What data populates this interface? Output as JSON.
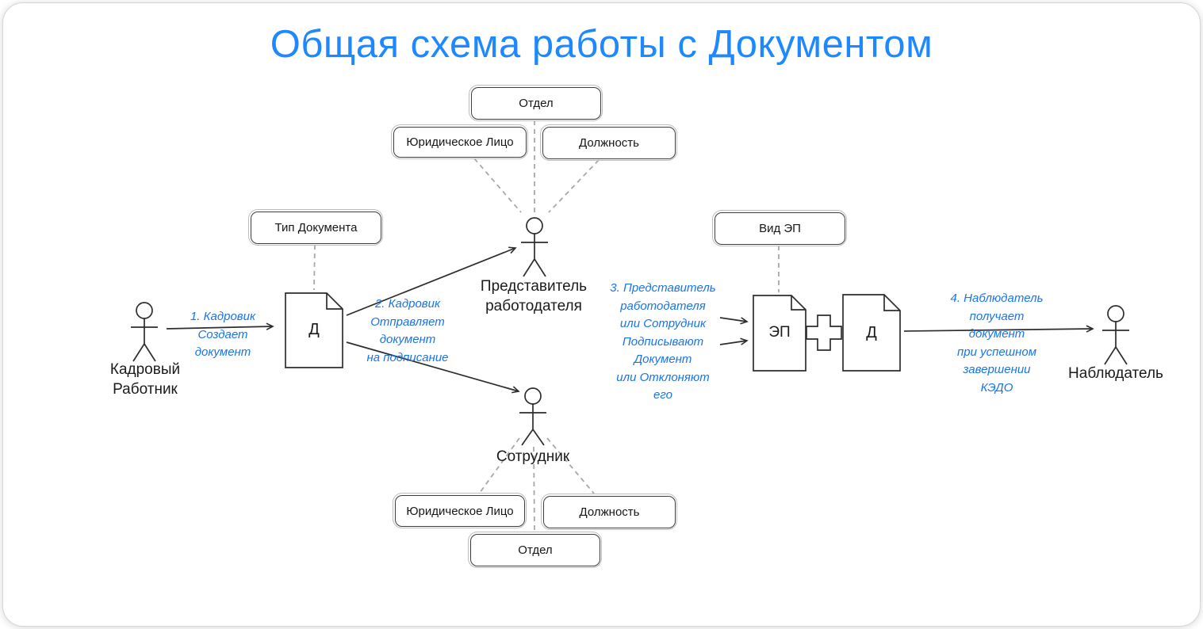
{
  "title": "Общая схема работы с Документом",
  "colors": {
    "title_blue": "#1e88ff",
    "annotation_blue": "#1a74e8",
    "line_dark": "#2d2d2d",
    "line_dashed": "#a8a8a8"
  },
  "boxes": {
    "otdel_top": "Отдел",
    "legal_entity_top": "Юридическое Лицо",
    "position_top": "Должность",
    "document_type": "Тип Документа",
    "signature_kind": "Вид ЭП",
    "legal_entity_bottom": "Юридическое Лицо",
    "position_bottom": "Должность",
    "otdel_bottom": "Отдел"
  },
  "actors": {
    "hr_worker": "Кадровый\nРаботник",
    "employer_representative": "Представитель\nработодателя",
    "employee": "Сотрудник",
    "observer": "Наблюдатель"
  },
  "documents": {
    "doc_left": "Д",
    "signature": "ЭП",
    "doc_right": "Д"
  },
  "annotations": {
    "step1": "1. Кадровик\nСоздает\nдокумент",
    "step2": "2. Кадровик\nОтправляет\nдокумент\nна подписание",
    "step3": "3. Представитель\nработодателя\nили Сотрудник\nПодписывают\nДокумент\nили Отклоняют его",
    "step4": "4. Наблюдатель\nполучает документ\nпри успешном\nзавершении\nКЭДО"
  }
}
